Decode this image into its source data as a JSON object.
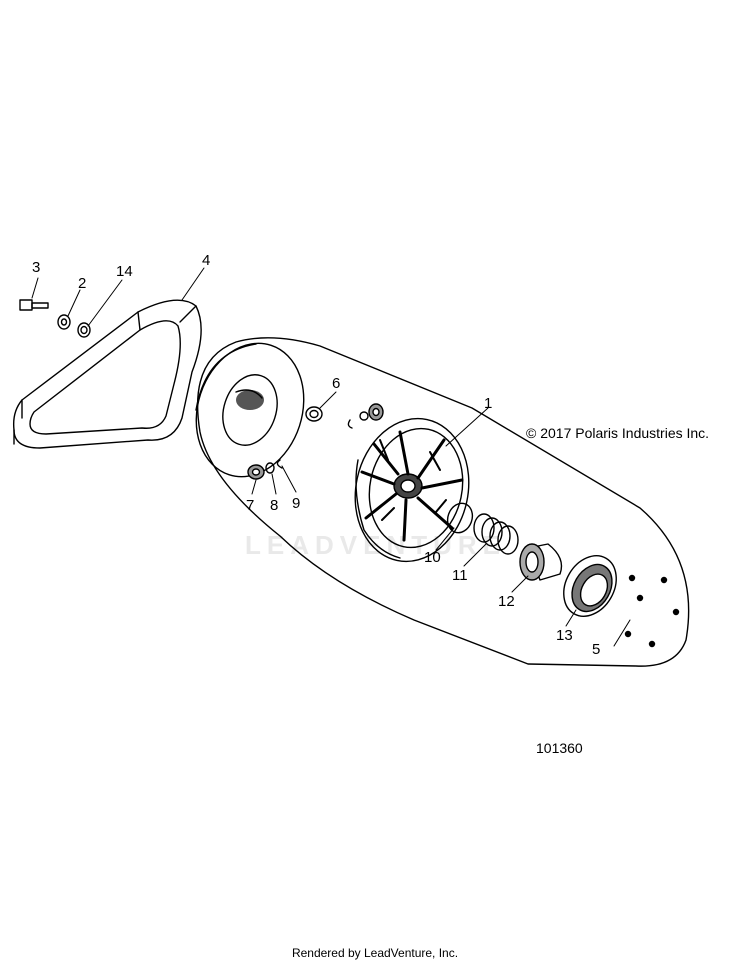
{
  "callouts": {
    "c1": "1",
    "c2": "2",
    "c3": "3",
    "c4": "4",
    "c5": "5",
    "c6": "6",
    "c7": "7",
    "c8": "8",
    "c9": "9",
    "c10": "10",
    "c11": "11",
    "c12": "12",
    "c13": "13",
    "c14": "14"
  },
  "copyright": "© 2017 Polaris Industries Inc.",
  "figure_number": "101360",
  "footer": "Rendered by LeadVenture, Inc.",
  "watermark": "LEADVENTURE"
}
